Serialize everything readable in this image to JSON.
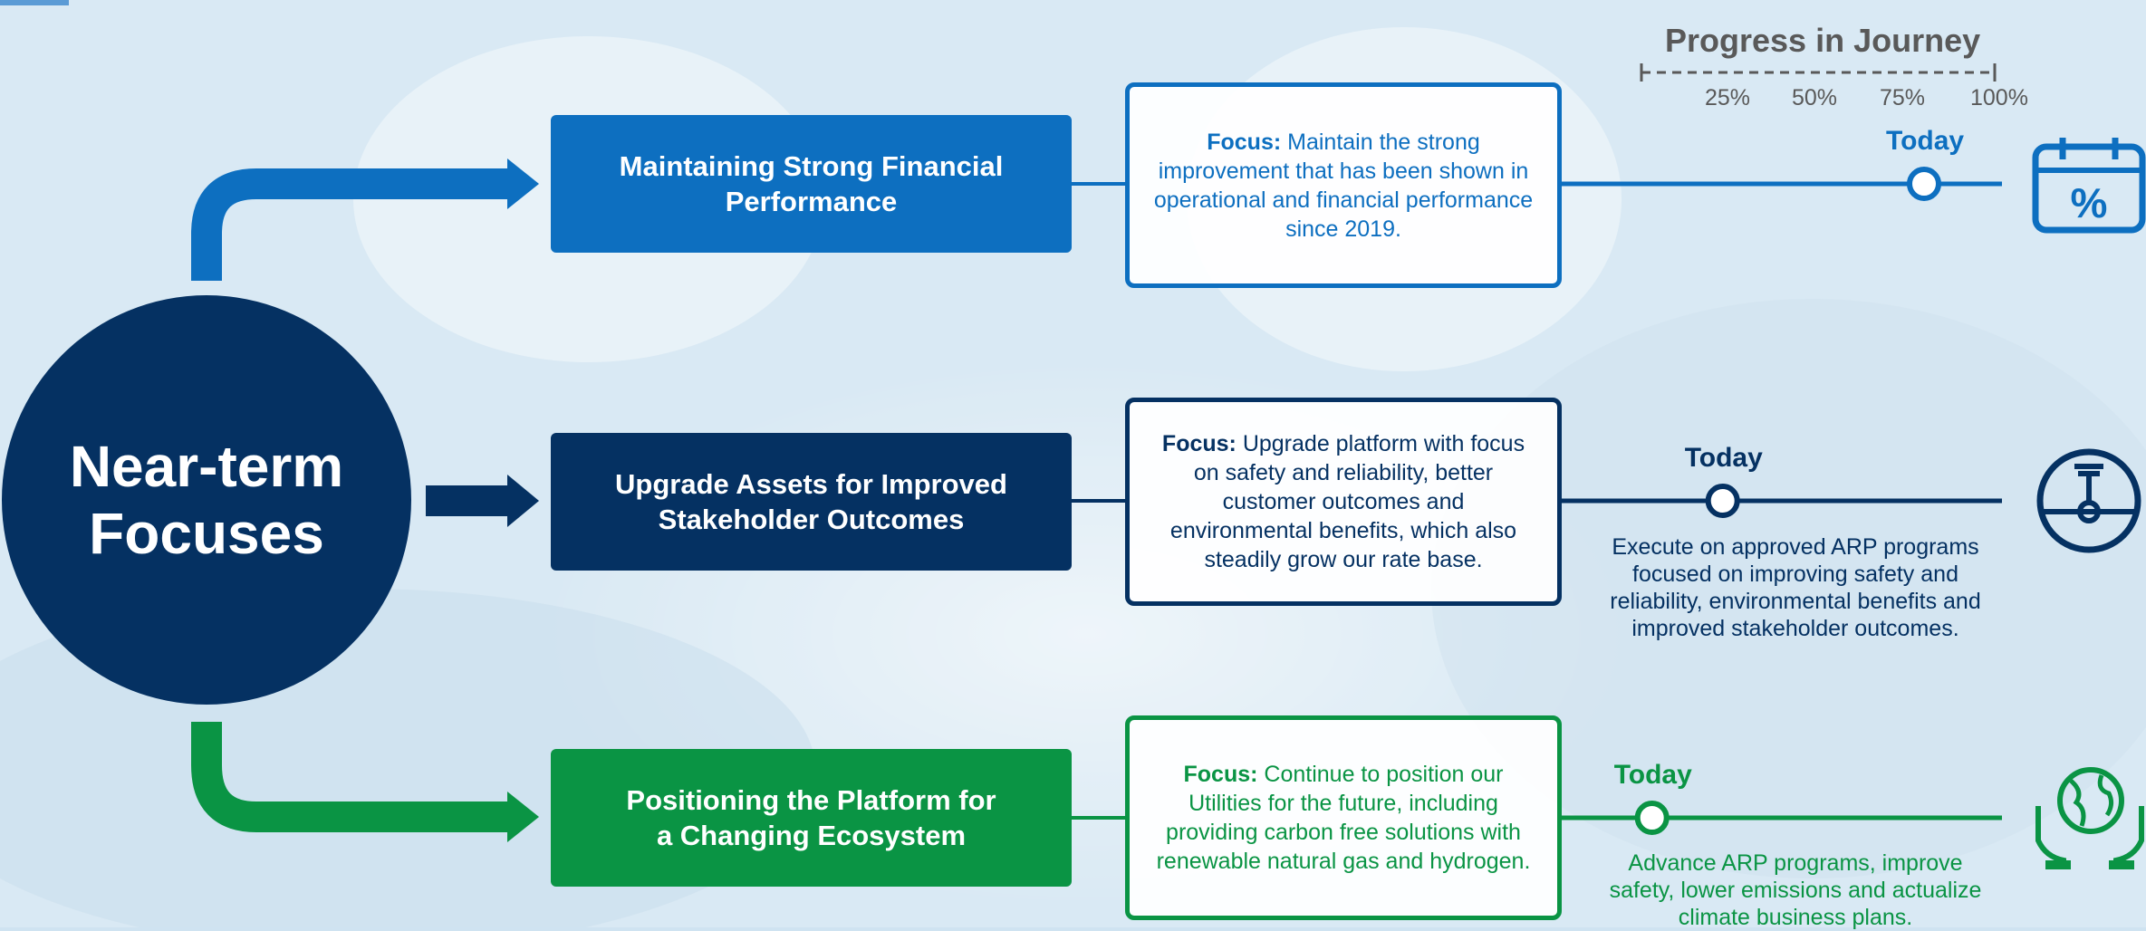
{
  "center": {
    "label": "Near-term\nFocuses"
  },
  "progress": {
    "title": "Progress in Journey",
    "ticks": [
      "25%",
      "50%",
      "75%",
      "100%"
    ]
  },
  "rows": [
    {
      "label": "Maintaining Strong Financial\nPerformance",
      "focus_label": "Focus:",
      "focus_text": " Maintain the strong improvement that has been shown in operational and financial performance since 2019.",
      "today": "Today",
      "progress": 0.8,
      "description": "",
      "color": "#0d6fc0",
      "icon": "calendar-percent-icon"
    },
    {
      "label": "Upgrade Assets for Improved\nStakeholder Outcomes",
      "focus_label": "Focus:",
      "focus_text": " Upgrade platform with focus on safety and reliability, better customer outcomes and environmental benefits, which also steadily grow our rate base.",
      "today": "Today",
      "progress": 0.23,
      "description": "Execute on approved ARP programs focused on improving safety and reliability, environmental benefits and improved stakeholder outcomes.",
      "color": "#053162",
      "icon": "gauge-icon"
    },
    {
      "label": "Positioning the Platform for\na Changing Ecosystem",
      "focus_label": "Focus:",
      "focus_text": " Continue to position our Utilities for the future, including providing carbon free solutions with renewable natural gas and hydrogen.",
      "today": "Today",
      "progress": 0.03,
      "description": "Advance ARP programs, improve safety, lower emissions and actualize climate business plans.",
      "color": "#0a9444",
      "icon": "hands-globe-icon"
    }
  ]
}
